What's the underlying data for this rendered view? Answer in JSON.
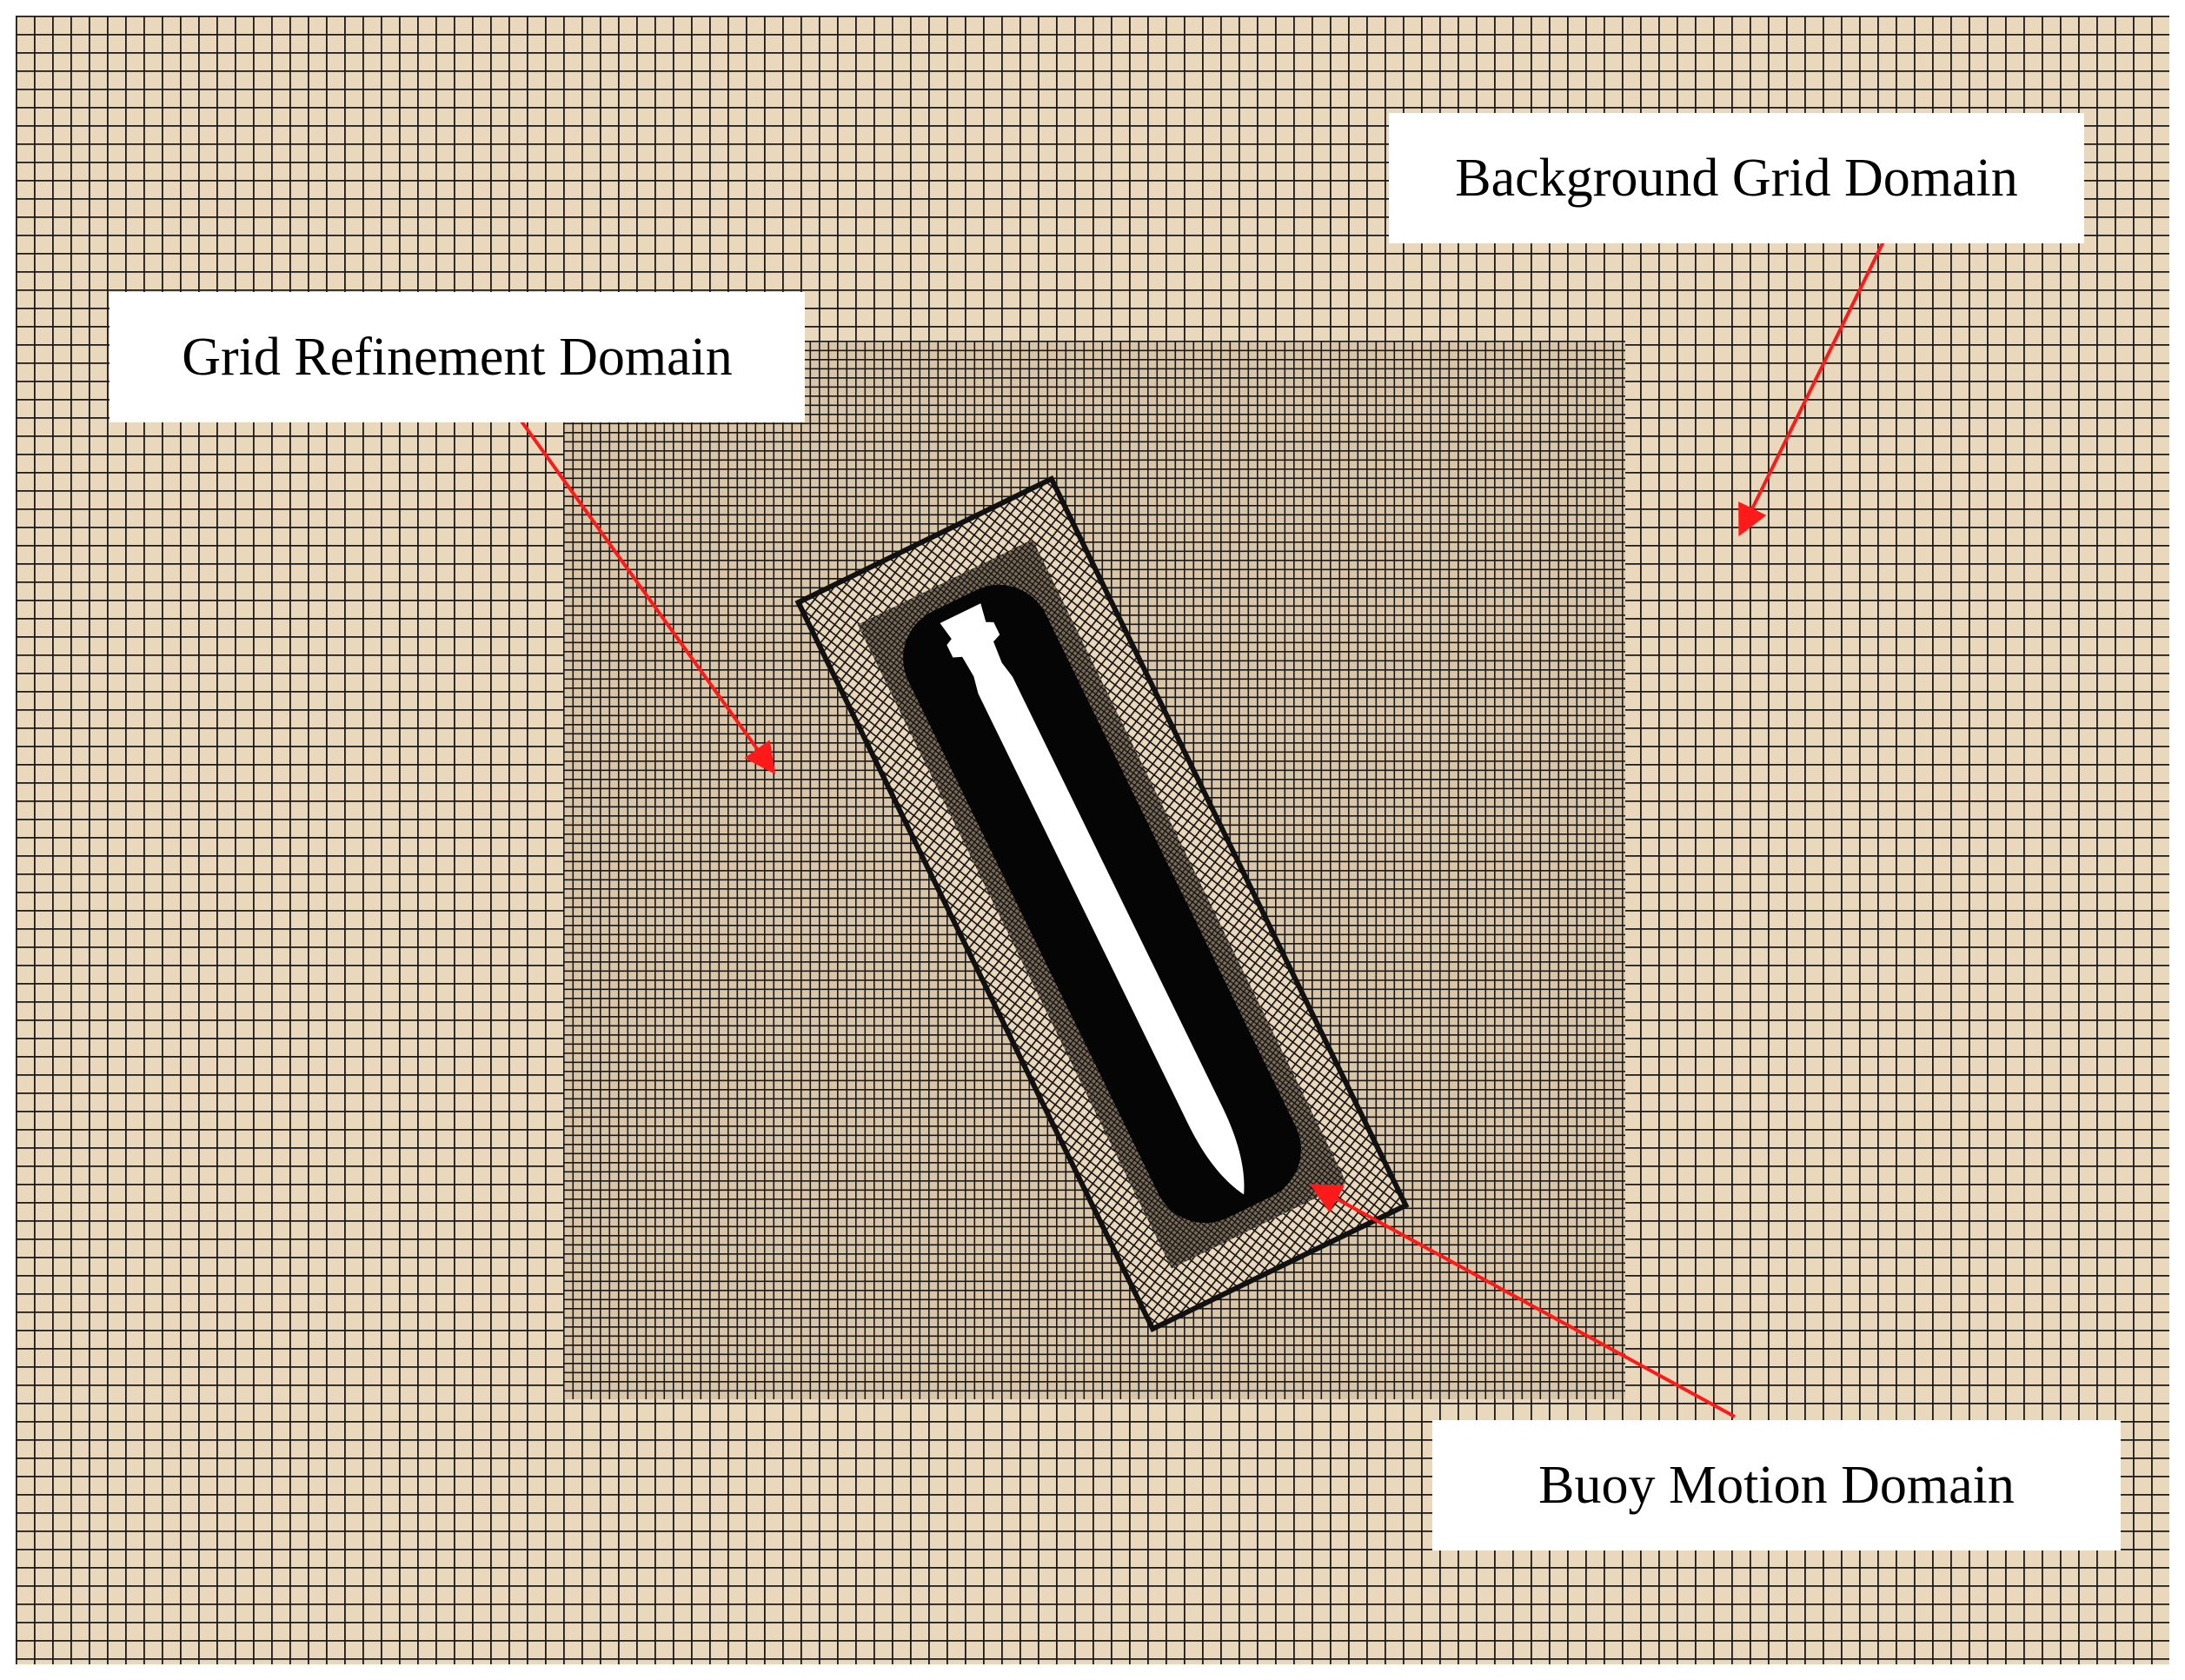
{
  "figure": {
    "colors": {
      "mesh_fill": "#ead8bc",
      "mesh_line": "#111111",
      "body_fill": "#ffffff",
      "arrow": "#ff1a1a"
    },
    "labels": {
      "background": "Background Grid Domain",
      "refinement": "Grid Refinement Domain",
      "buoy": "Buoy Motion Domain"
    }
  }
}
